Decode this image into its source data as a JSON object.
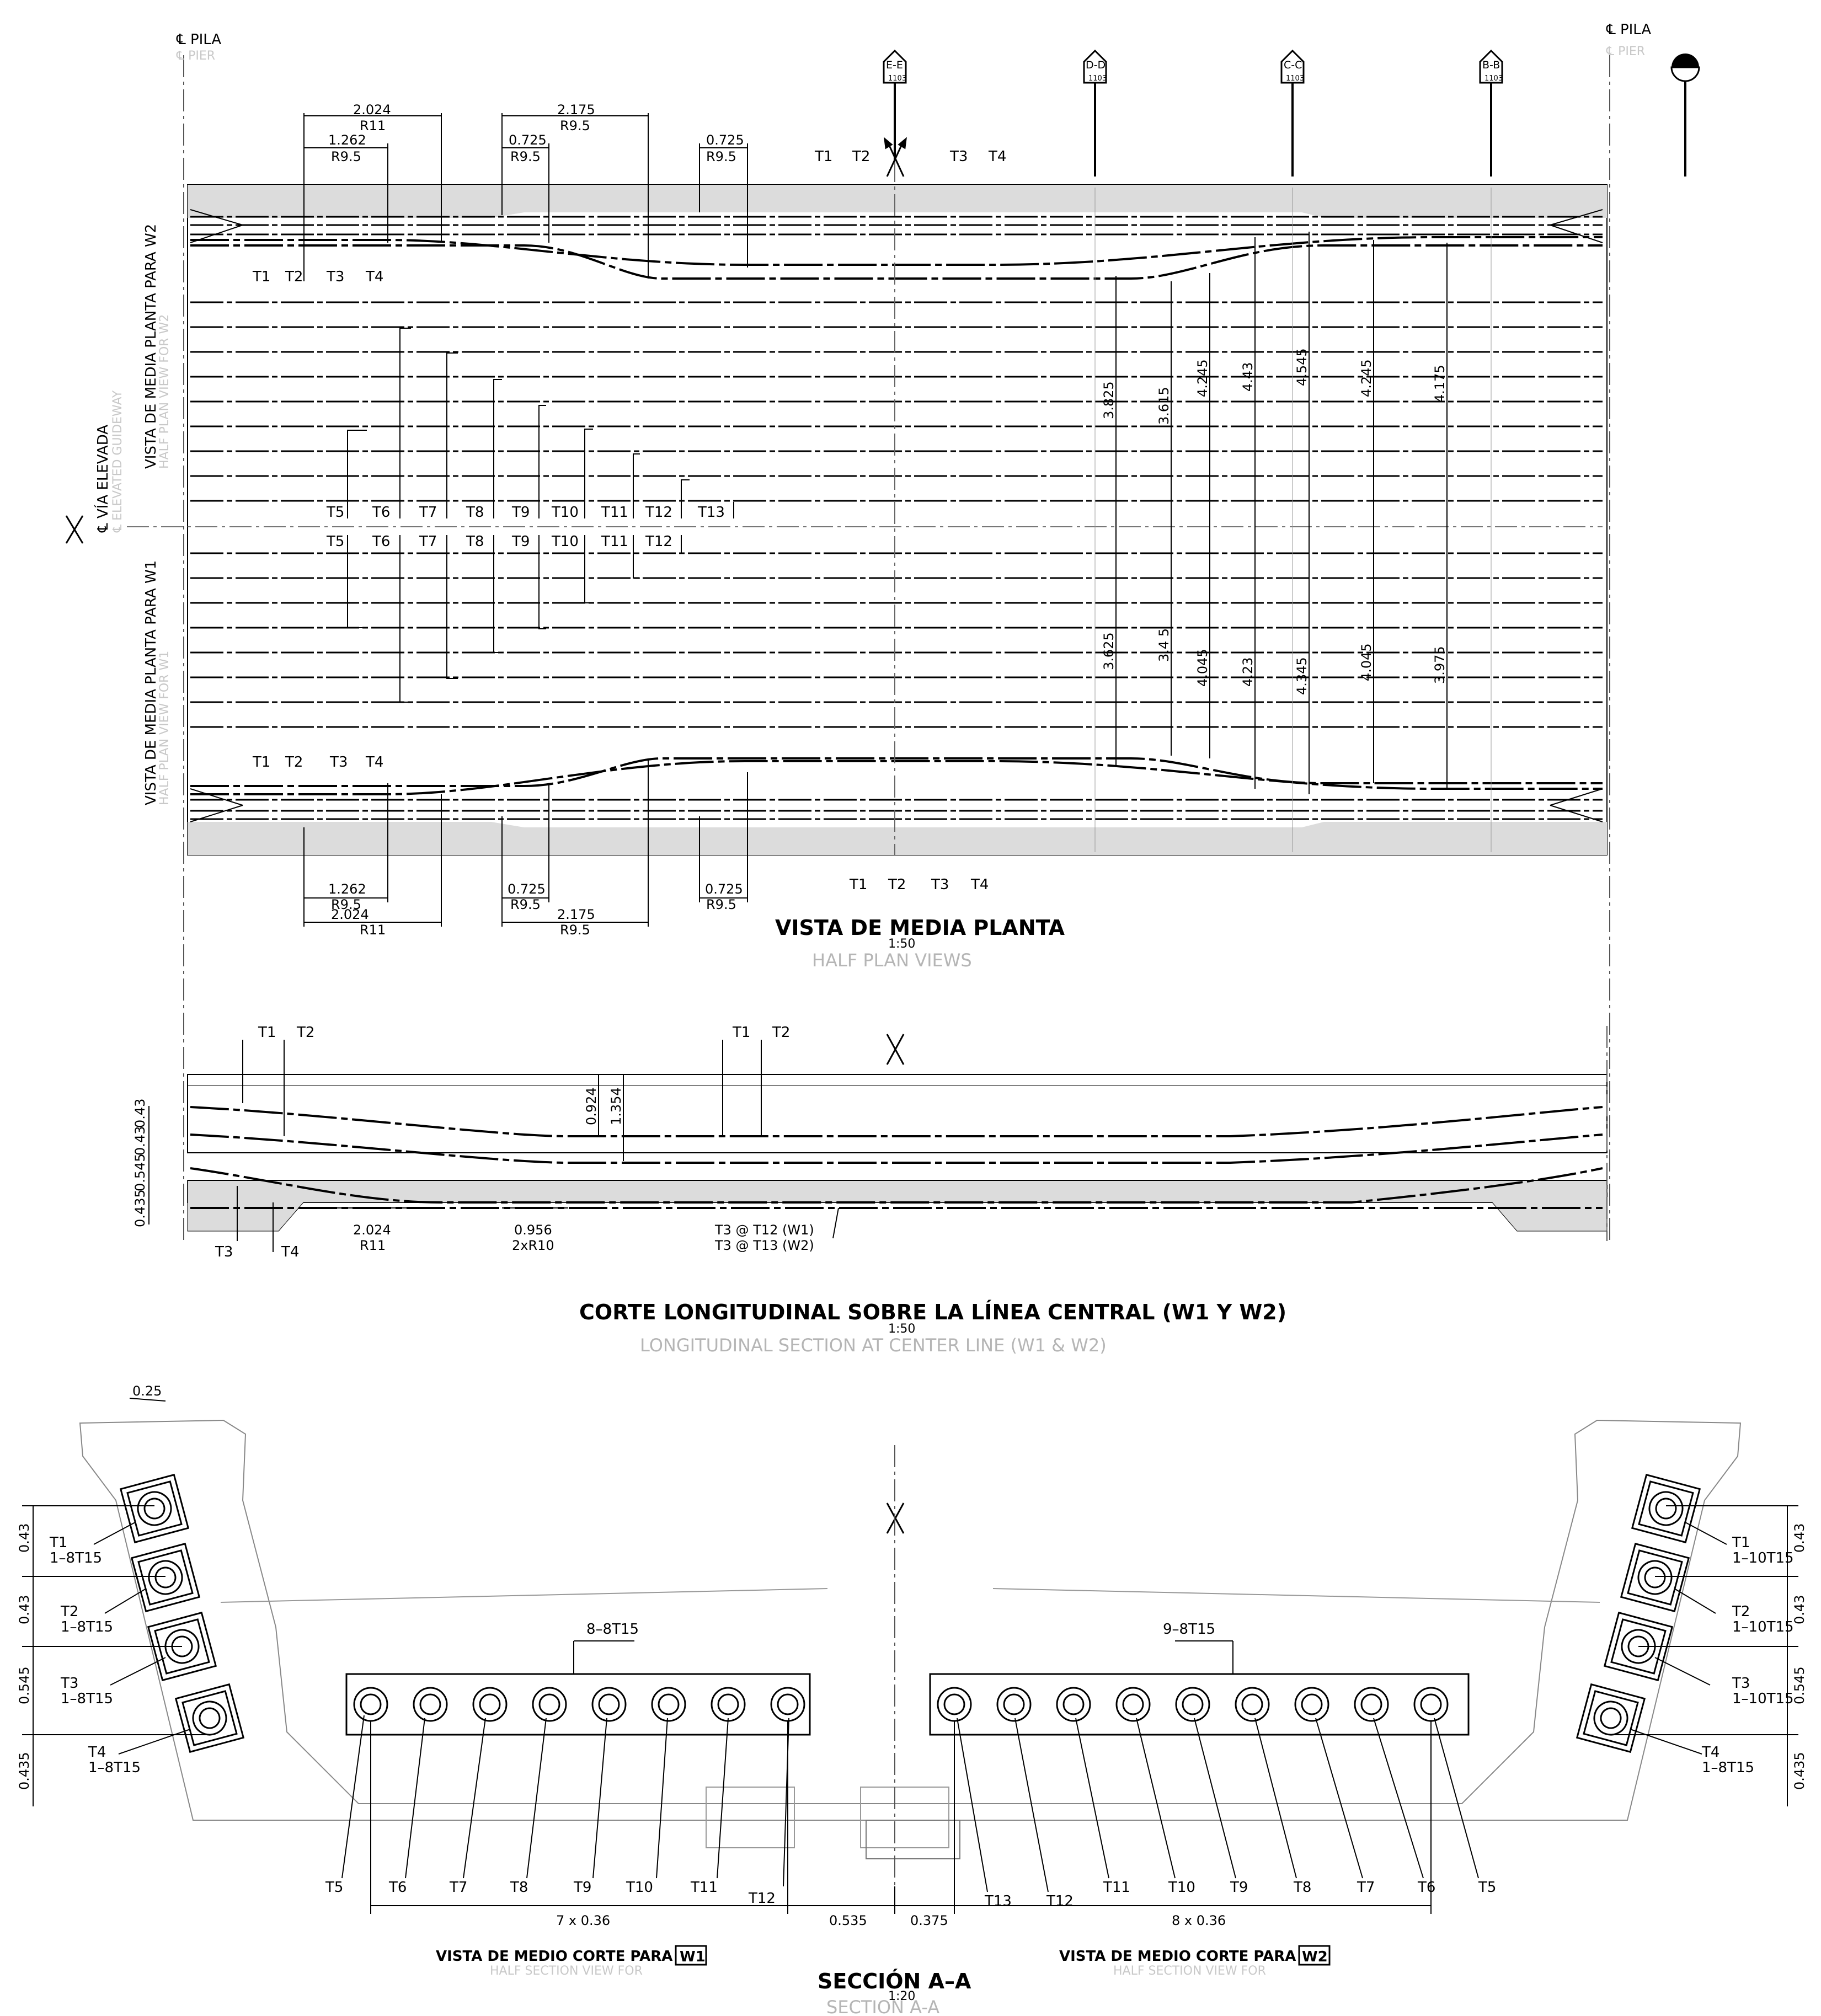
{
  "pier": {
    "label_es": "℄ PILA",
    "label_en": "℄ PIER"
  },
  "section_markers": [
    {
      "id": "E-E",
      "sheet": "1103"
    },
    {
      "id": "D-D",
      "sheet": "1103"
    },
    {
      "id": "C-C",
      "sheet": "1103"
    },
    {
      "id": "B-B",
      "sheet": "1103"
    },
    {
      "id": "A-A"
    }
  ],
  "guideway": {
    "label_es": "℄ VÍA ELEVADA",
    "label_en": "℄ ELEVATED GUIDEWAY"
  },
  "side_labels": {
    "w2_es": "VISTA DE MEDIA PLANTA PARA W2",
    "w2_en": "HALF PLAN VIEW FOR W2",
    "w1_es": "VISTA DE MEDIA PLANTA PARA W1",
    "w1_en": "HALF PLAN VIEW FOR W1"
  },
  "plan_dims": {
    "d2024": "2.024",
    "r11": "R11",
    "d1262": "1.262",
    "r95": "R9.5",
    "d2175": "2.175",
    "d0725": "0.725"
  },
  "tendons": [
    "T1",
    "T2",
    "T3",
    "T4",
    "T5",
    "T6",
    "T7",
    "T8",
    "T9",
    "T10",
    "T11",
    "T12",
    "T13"
  ],
  "vertical_dims_top": [
    "3.825",
    "3.615",
    "4.245",
    "4.43",
    "4.545",
    "4.245",
    "4.175"
  ],
  "vertical_dims_bottom": [
    "3.625",
    "3.4 5",
    "4.045",
    "4.23",
    "4.345",
    "4.045",
    "3.975"
  ],
  "plan_title": {
    "es": "VISTA DE MEDIA PLANTA",
    "scale": "1:50",
    "en": "HALF PLAN VIEWS"
  },
  "long_dims": {
    "v0924": "0.924",
    "v1354": "1.354",
    "h043a": "0.43",
    "h043b": "0.43",
    "h0545": "0.545",
    "h0435": "0.435",
    "d2024": "2.024",
    "r11": "R11",
    "d0956": "0.956",
    "r2x10": "2xR10",
    "note1": "T3 @ T12 (W1)",
    "note2": "T3 @ T13 (W2)"
  },
  "long_title": {
    "es": "CORTE LONGITUDINAL SOBRE LA LÍNEA CENTRAL (W1 Y W2)",
    "scale": "1:50",
    "en": "LONGITUDINAL SECTION AT CENTER LINE  (W1 & W2)"
  },
  "section": {
    "top_dim": "0.25",
    "left_tendons": [
      {
        "name": "T1",
        "spec": "1–8T15"
      },
      {
        "name": "T2",
        "spec": "1–8T15"
      },
      {
        "name": "T3",
        "spec": "1–8T15"
      },
      {
        "name": "T4",
        "spec": "1–8T15"
      }
    ],
    "right_tendons": [
      {
        "name": "T1",
        "spec": "1–10T15"
      },
      {
        "name": "T2",
        "spec": "1–10T15"
      },
      {
        "name": "T3",
        "spec": "1–10T15"
      },
      {
        "name": "T4",
        "spec": "1–8T15"
      }
    ],
    "side_dims": [
      "0.43",
      "0.43",
      "0.545",
      "0.435"
    ],
    "left_group": "8–8T15",
    "right_group": "9–8T15",
    "left_bottom_dim": "7 x 0.36",
    "mid_dim_a": "0.535",
    "mid_dim_b": "0.375",
    "right_bottom_dim": "8 x 0.36",
    "left_view_es": "VISTA DE MEDIO CORTE PARA",
    "left_view_tag": "W1",
    "left_view_en": "HALF SECTION VIEW FOR",
    "right_view_es": "VISTA DE MEDIO CORTE PARA",
    "right_view_tag": "W2",
    "right_view_en": "HALF SECTION VIEW FOR"
  },
  "section_title": {
    "es": "SECCIÓN A–A",
    "scale": "1:20",
    "en": "SECTION A-A"
  }
}
